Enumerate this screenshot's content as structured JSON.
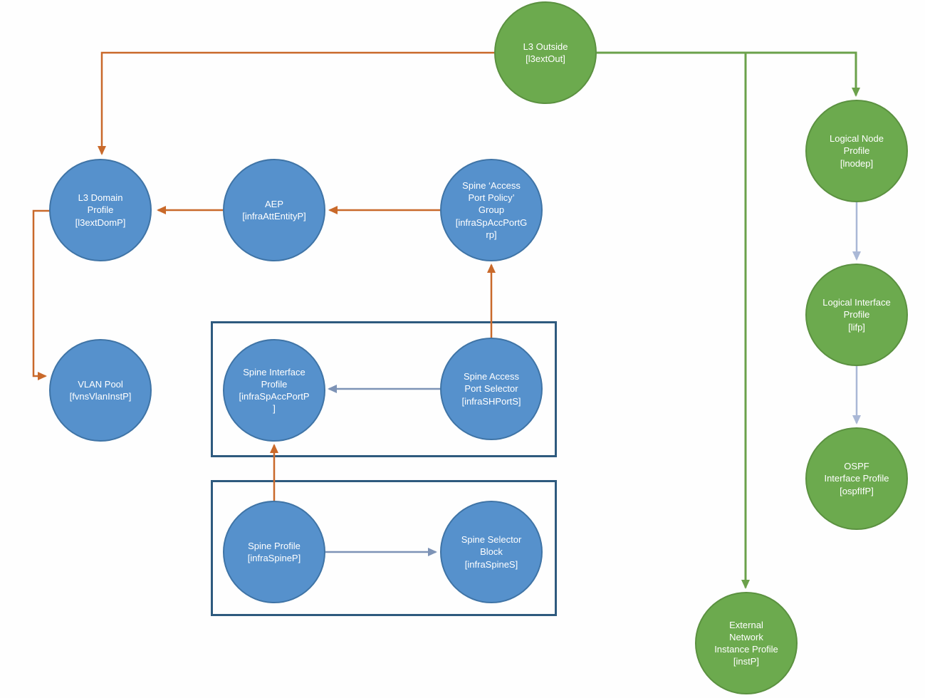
{
  "colors": {
    "background": "#fefefe",
    "green_fill": "#6caa4e",
    "green_border": "#5b9140",
    "blue_fill": "#5691cc",
    "blue_border": "#3f74a6",
    "orange": "#c9692a",
    "green_line": "#6ba14b",
    "slate": "#7d93b6",
    "light_slate": "#aab8d6",
    "box_border": "#2e5a7e",
    "label_text": "#ffffff"
  },
  "diagram": {
    "nodes": {
      "l3out": {
        "label": "L3 Outside\n[l3extOut]",
        "type": "green"
      },
      "lnodep": {
        "label": "Logical Node\nProfile\n[lnodep]",
        "type": "green"
      },
      "lifp": {
        "label": "Logical Interface\nProfile\n[lifp]",
        "type": "green"
      },
      "ospf": {
        "label": "OSPF\nInterface Profile\n[ospfIfP]",
        "type": "green"
      },
      "instp": {
        "label": "External\nNetwork\nInstance Profile\n[instP]",
        "type": "green"
      },
      "l3dom": {
        "label": "L3 Domain\nProfile\n[l3extDomP]",
        "type": "blue"
      },
      "aep": {
        "label": "AEP\n[infraAttEntityP]",
        "type": "blue"
      },
      "spappg": {
        "label": "Spine ‘Access\nPort Policy’\nGroup\n[infraSpAccPortG\nrp]",
        "type": "blue"
      },
      "vlan": {
        "label": "VLAN Pool\n[fvnsVlanInstP]",
        "type": "blue"
      },
      "spip": {
        "label": "Spine Interface\nProfile\n[infraSpAccPortP\n]",
        "type": "blue"
      },
      "spaps": {
        "label": "Spine Access\nPort Selector\n[infraSHPortS]",
        "type": "blue"
      },
      "spp": {
        "label": "Spine Profile\n[infraSpineP]",
        "type": "blue"
      },
      "ssb": {
        "label": "Spine Selector\nBlock\n[infraSpineS]",
        "type": "blue"
      }
    },
    "edges": [
      {
        "from": "l3out",
        "to": "l3dom",
        "color": "orange"
      },
      {
        "from": "aep",
        "to": "l3dom",
        "color": "orange"
      },
      {
        "from": "spappg",
        "to": "aep",
        "color": "orange"
      },
      {
        "from": "spaps",
        "to": "spappg",
        "color": "orange"
      },
      {
        "from": "l3dom",
        "to": "vlan",
        "color": "orange"
      },
      {
        "from": "spp",
        "to": "spip",
        "color": "orange"
      },
      {
        "from": "l3out",
        "to": "lnodep",
        "color": "green"
      },
      {
        "from": "l3out",
        "to": "instp",
        "color": "green"
      },
      {
        "from": "spaps",
        "to": "spip",
        "color": "slate"
      },
      {
        "from": "spp",
        "to": "ssb",
        "color": "slate"
      },
      {
        "from": "lnodep",
        "to": "lifp",
        "color": "light_slate"
      },
      {
        "from": "lifp",
        "to": "ospf",
        "color": "light_slate"
      }
    ],
    "groups": [
      {
        "members": [
          "spip",
          "spaps"
        ]
      },
      {
        "members": [
          "spp",
          "ssb"
        ]
      }
    ]
  }
}
